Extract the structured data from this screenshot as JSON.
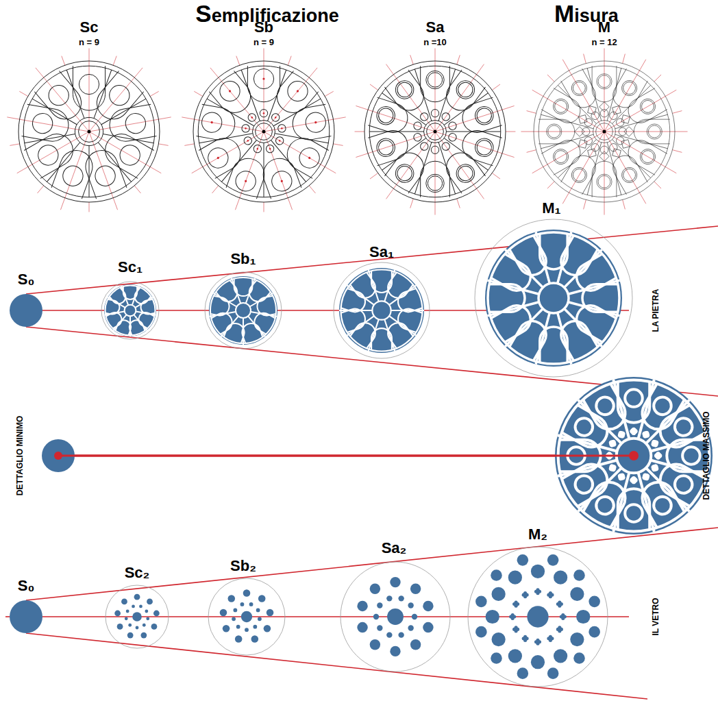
{
  "diagram": {
    "labels": [
      "Semplificazione",
      "Misura",
      "Sc",
      "n = 9",
      "Sb",
      "n = 9",
      "Sa",
      "n =10",
      "M",
      "n = 12",
      "S₀",
      "Sc₁",
      "Sb₁",
      "Sa₁",
      "M₁",
      "LA PIETRA",
      "DETTAGLIO MINIMO",
      "DETTAGLIO MASSIMO",
      "S₀",
      "Sc₂",
      "Sb₂",
      "Sa₂",
      "M₂",
      "IL VETRO"
    ]
  }
}
